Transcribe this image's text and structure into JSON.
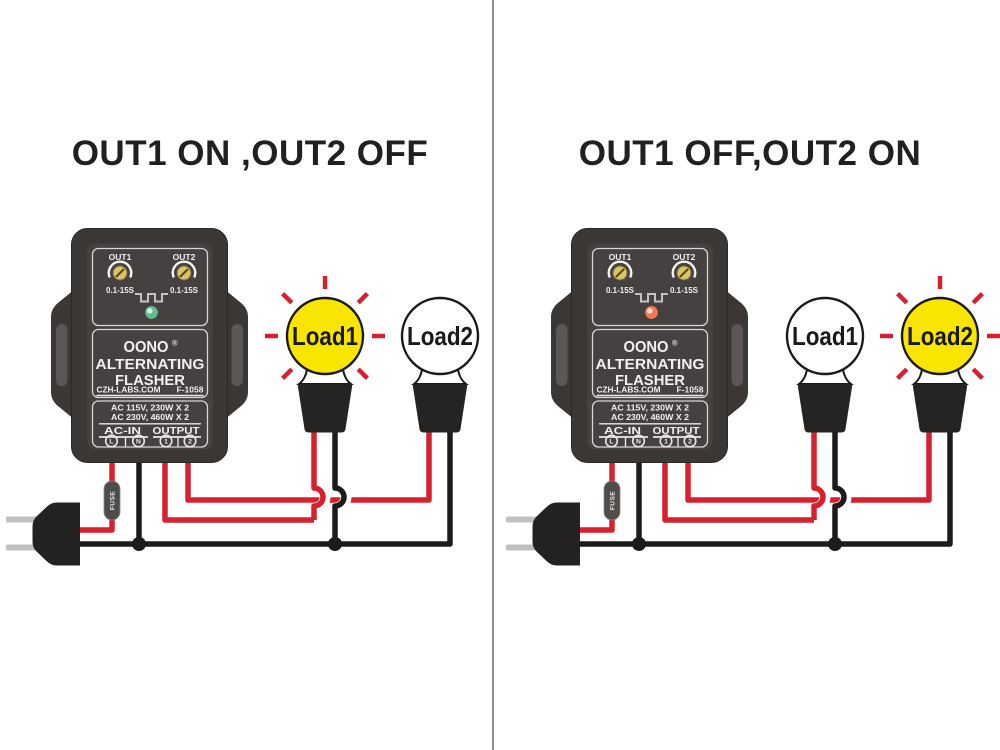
{
  "panels": [
    {
      "title": "OUT1 ON ,OUT2 OFF",
      "led": {
        "state": "green",
        "outer_color": "#63bb8b",
        "inner_color": "#d6f2e2"
      },
      "loads": [
        {
          "label": "Load1",
          "state": "on",
          "bulb_fill": "#f9e600",
          "rays_visibility": "visible"
        },
        {
          "label": "Load2",
          "state": "off",
          "bulb_fill": "#ffffff",
          "rays_visibility": "hidden"
        }
      ]
    },
    {
      "title": "OUT1 OFF,OUT2 ON",
      "led": {
        "state": "red",
        "outer_color": "#ed7a57",
        "inner_color": "#ffd9c4"
      },
      "loads": [
        {
          "label": "Load1",
          "state": "off",
          "bulb_fill": "#ffffff",
          "rays_visibility": "hidden"
        },
        {
          "label": "Load2",
          "state": "on",
          "bulb_fill": "#f9e600",
          "rays_visibility": "visible"
        }
      ]
    }
  ],
  "device": {
    "brand": "OONO",
    "registered_mark": "®",
    "product_line1": "ALTERNATING",
    "product_line2": "FLASHER",
    "website": "CZH-LABS.COM",
    "model": "F-1058",
    "rating_line1": "AC 115V, 230W X 2",
    "rating_line2": "AC 230V, 460W X 2",
    "ac_in_label": "AC-IN",
    "output_label": "OUTPUT",
    "terminals": [
      "L",
      "N",
      "1",
      "2"
    ],
    "out1_label": "OUT1",
    "out2_label": "OUT2",
    "knob_range_label": "0.1-15S",
    "fuse_label": "FUSE",
    "icons": [
      "square-wave-icon",
      "led-indicator",
      "timer-knob"
    ]
  },
  "colors": {
    "wire_live_red": "#d7202e",
    "wire_neutral_black": "#1d1b1a",
    "bulb_on_yellow": "#f9e600",
    "bulb_off_white": "#ffffff",
    "ray_red": "#d7202e",
    "device_body": "#3b3735",
    "device_panel": "#454140",
    "knob_yellow": "#d9c46b",
    "divider_gray": "#8e8e8e",
    "background": "#ffffff"
  }
}
